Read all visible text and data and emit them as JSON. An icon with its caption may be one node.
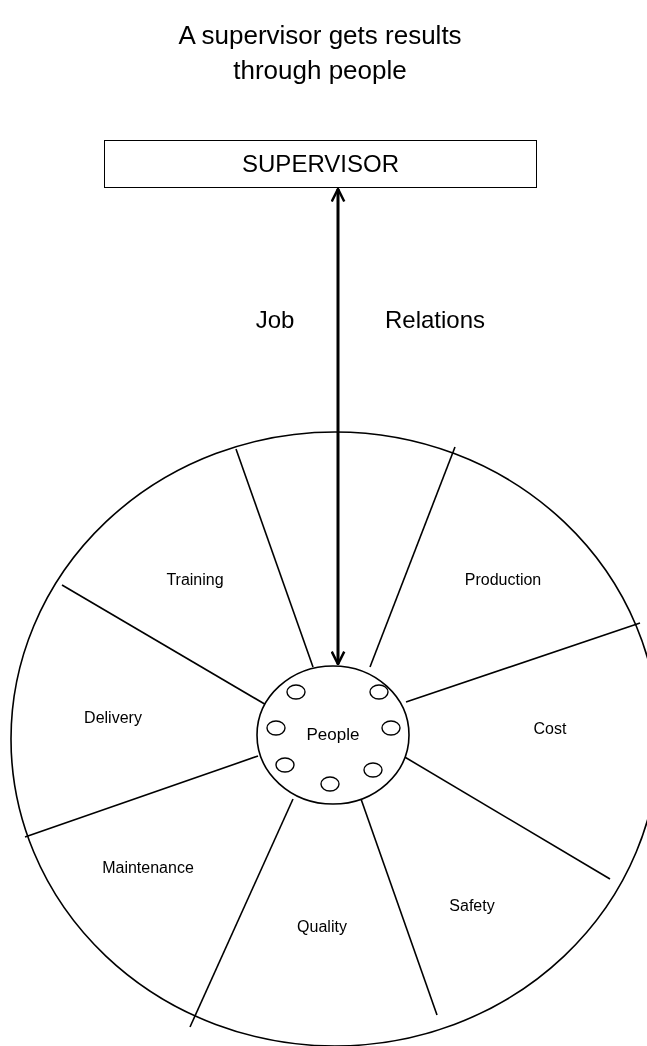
{
  "diagram": {
    "title": "A supervisor gets results through people",
    "nodes": [
      {
        "text": [
          "SUPERVISOR"
        ]
      },
      {
        "text": [],
        "shape": "circle"
      },
      {
        "text": [
          "Training"
        ],
        "in": 1
      },
      {
        "text": [
          "Production"
        ],
        "in": 1
      },
      {
        "text": [
          "Delivery"
        ],
        "in": 1
      },
      {
        "text": [
          "Cost"
        ],
        "in": 1
      },
      {
        "text": [
          "Maintenance"
        ],
        "in": 1
      },
      {
        "text": [
          "Quality"
        ],
        "in": 1
      },
      {
        "text": [
          "Safety"
        ],
        "in": 1
      },
      {
        "text": [
          "People"
        ],
        "in": 1
      }
    ],
    "edges": [
      {
        "from": 0,
        "to": 9,
        "arrow": "both"
      }
    ],
    "labels": [
      "Job",
      "Relations"
    ]
  }
}
